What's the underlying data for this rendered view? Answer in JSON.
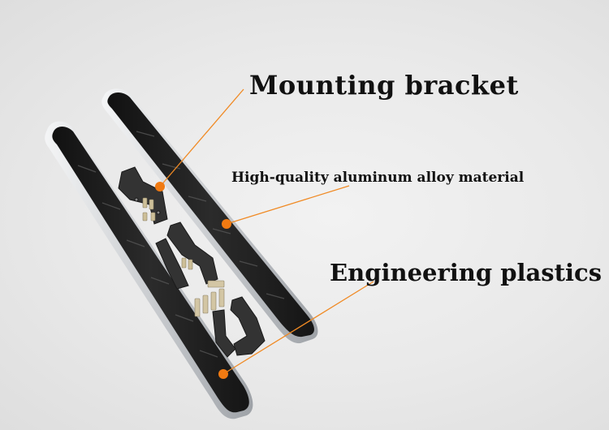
{
  "callouts": {
    "mounting_bracket": "Mounting bracket",
    "aluminum": "High-quality aluminum alloy material",
    "plastics": "Engineering plastics"
  },
  "colors": {
    "background": "#e9e9e9",
    "board": "#1f1f1f",
    "trim": "#c9ccd0",
    "leader": "#f08a24",
    "dot": "#f07a12",
    "bracket": "#3a3a3a",
    "bolt": "#d8c9a0"
  },
  "icons": [
    "running-board",
    "mounting-bracket",
    "bolt"
  ]
}
